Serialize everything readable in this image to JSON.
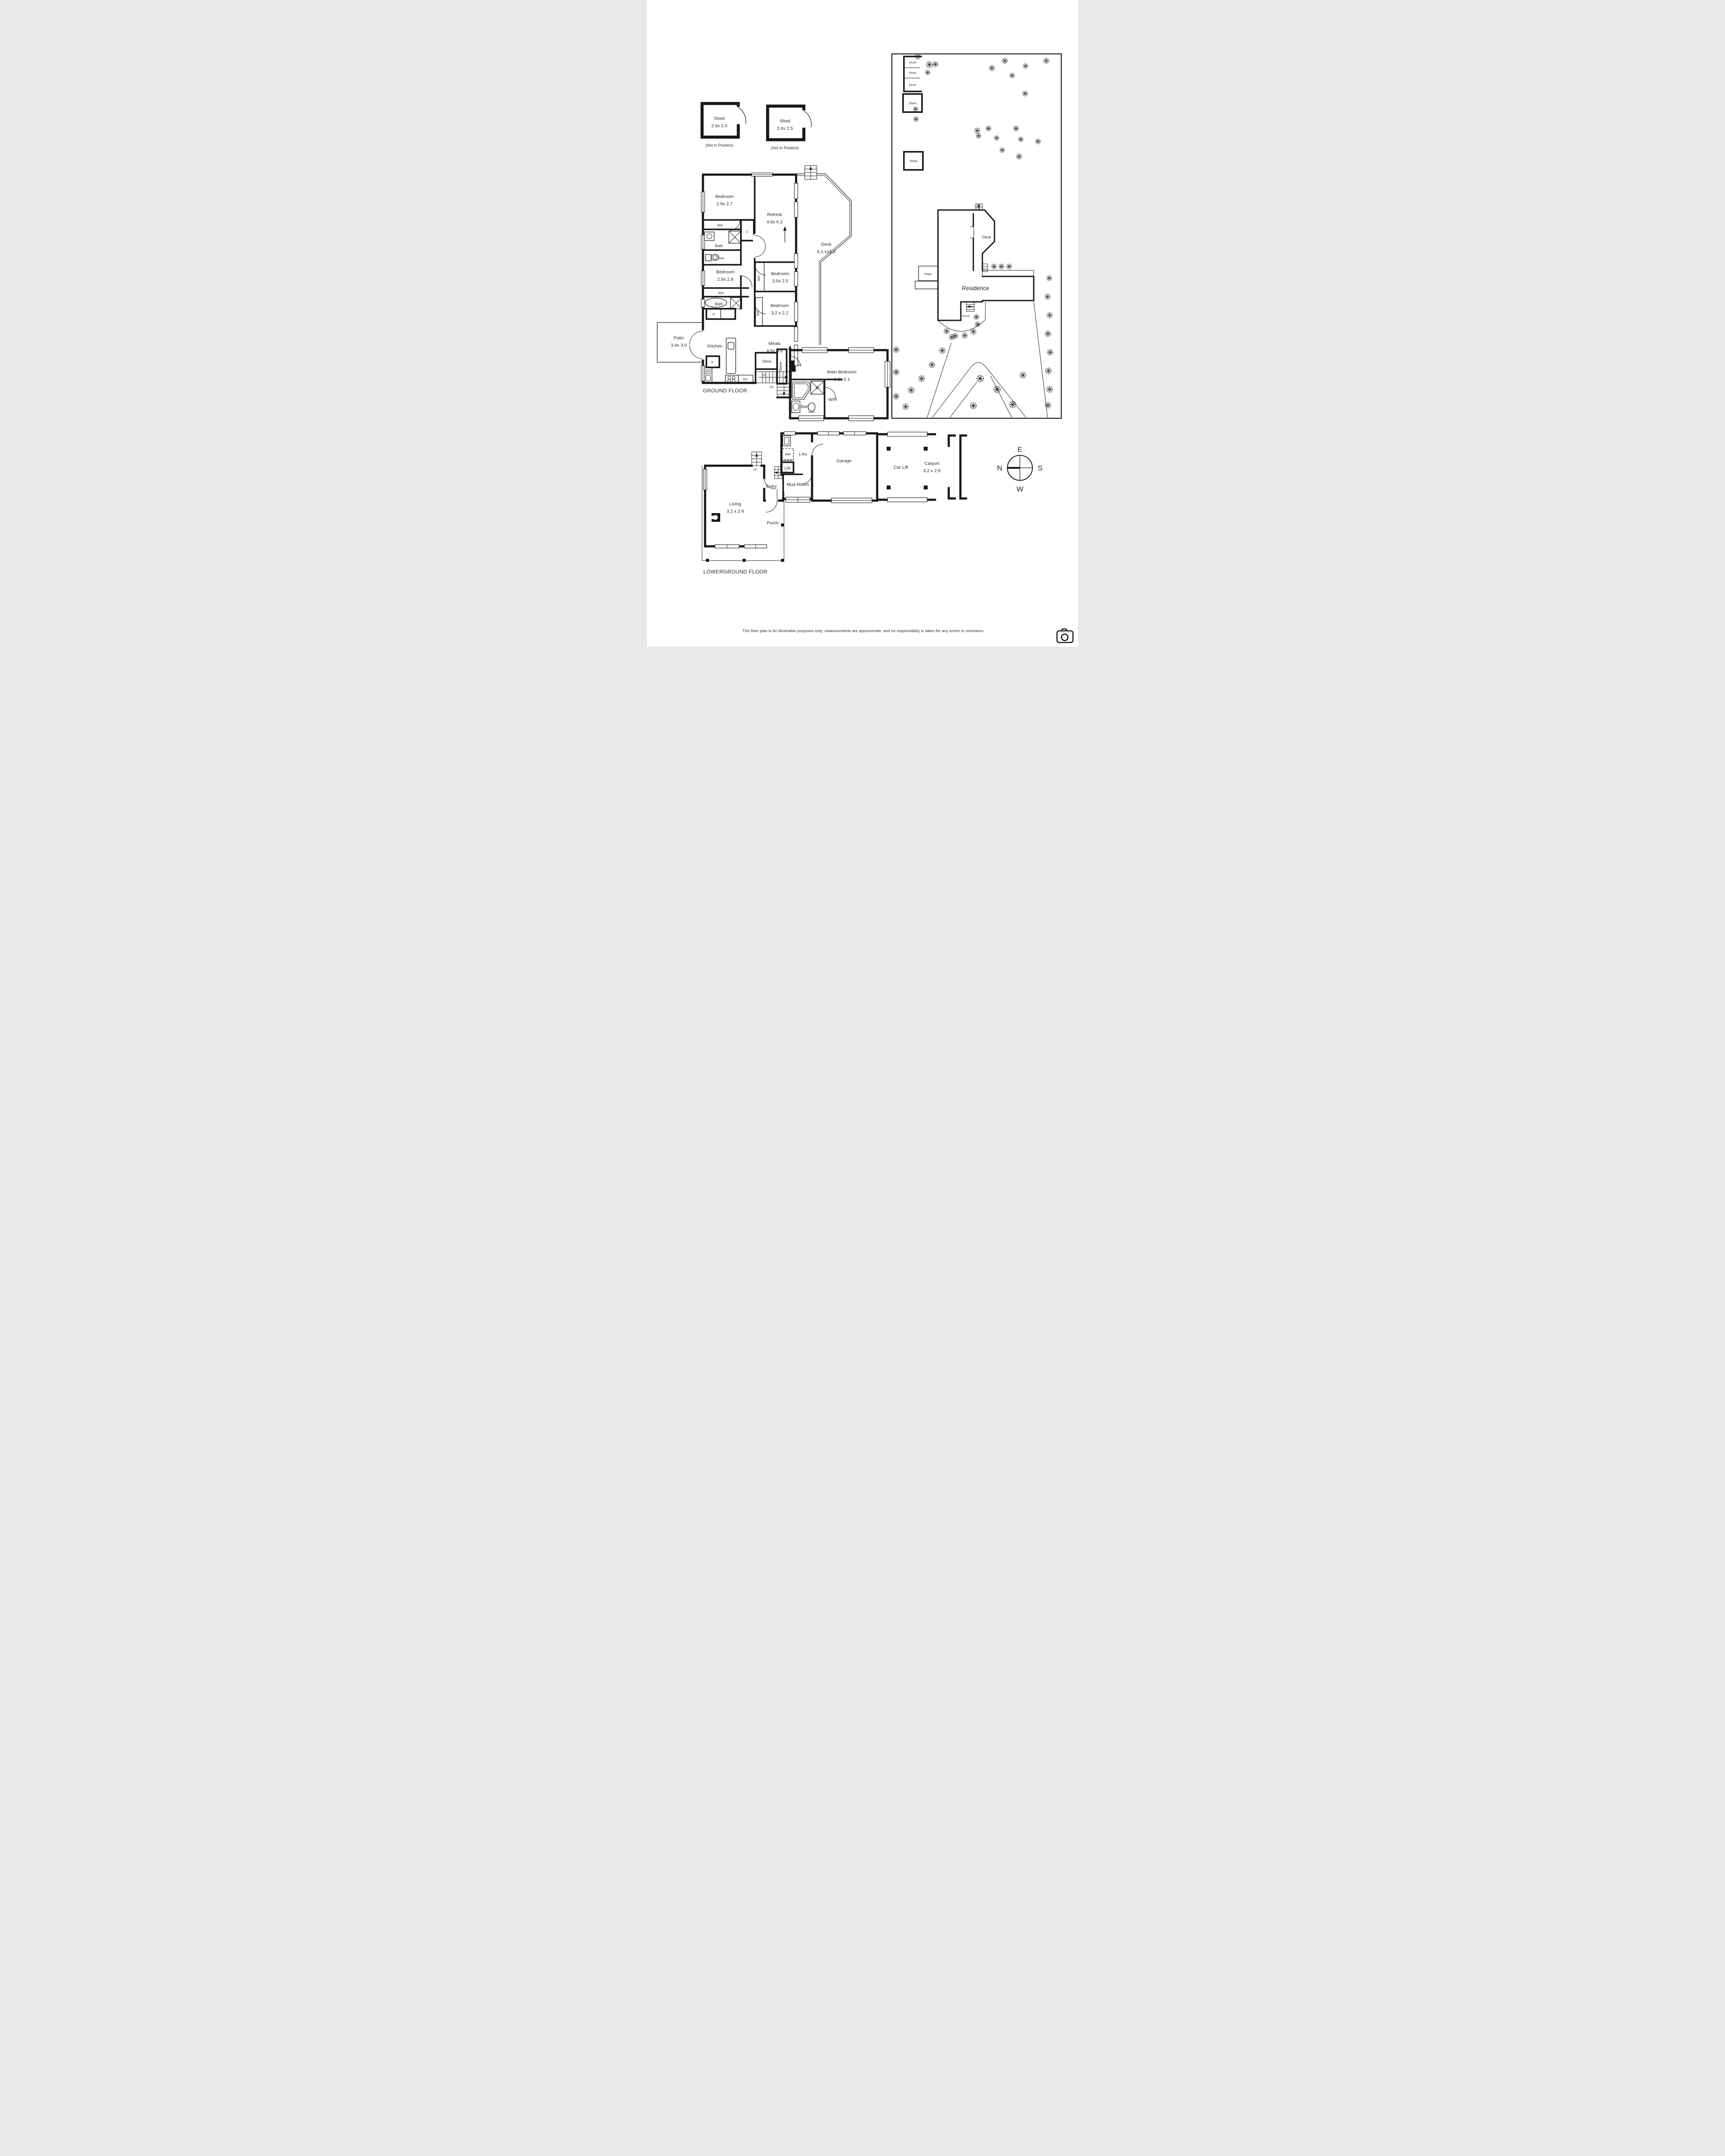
{
  "sheds_standalone": {
    "shed1": {
      "name": "Shed",
      "dim": "2.6x 2.5",
      "note": "(Not In Position)"
    },
    "shed2": {
      "name": "Shed",
      "dim": "2.6x 2.5",
      "note": "(Not In Position)"
    }
  },
  "site": {
    "wood1": "Wood",
    "wood2": "Wood",
    "wood3": "Wood",
    "shed_a": "Shed",
    "shed_b": "Shed",
    "residence": "Residence",
    "deck": "Deck",
    "patio": "Patio",
    "porch": "Porch"
  },
  "ground_floor": {
    "title": "GROUND FLOOR",
    "bedroom1": {
      "name": "Bedroom",
      "dim": "2.9x 2.7"
    },
    "retreat": {
      "name": "Retreat",
      "dim": "4.6x 6.2"
    },
    "deck": {
      "name": "Deck",
      "dim": "5.1 x15.2"
    },
    "bedroom2": {
      "name": "Bedroom",
      "dim": "2.9x 2.8"
    },
    "bedroom3": {
      "name": "Bedroom",
      "dim": "3.0x 2.5"
    },
    "bedroom4": {
      "name": "Bedroom",
      "dim": "3.2 x 2.2"
    },
    "patio": {
      "name": "Patio",
      "dim": "3.9x 3.0"
    },
    "kitchen": "Kitchen",
    "meals": {
      "name": "Meals",
      "dim": "4.8x 3.8"
    },
    "main_bedroom": {
      "name": "Main Bedroom",
      "dim": "6.8x 5.1"
    },
    "bath": "Bath",
    "toilet": "Toilet",
    "wir": "WIR",
    "store": "Store",
    "bir": "BIR",
    "c": "C",
    "p": "P",
    "ov": "OV",
    "fp": "FP",
    "up": "UP",
    "dn": "DN"
  },
  "lower_floor": {
    "title": "LOWERGROUND FLOOR",
    "living": {
      "name": "Living",
      "dim": "3.2 x 2.9"
    },
    "garage": "Garage",
    "car_lift": "Car Lift",
    "carport": {
      "name": "Carport",
      "dim": "3.2 x 2.9"
    },
    "laundry": "L'dry",
    "mud_room": "Mud Room",
    "entry": "Entry",
    "porch": "Porch",
    "wm": "WM",
    "lin": "LIN",
    "up": "UP"
  },
  "compass": {
    "n": "N",
    "e": "E",
    "s": "S",
    "w": "W"
  },
  "footer": {
    "disclaimer": "This floor plan is for illustrative purposes only; measurements are approximate, and no responsibility is taken for any errors or omissions."
  }
}
